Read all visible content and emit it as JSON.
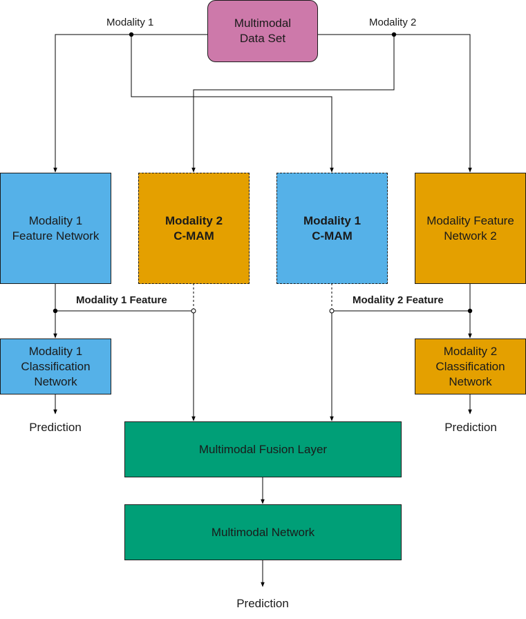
{
  "colors": {
    "dataset": "#cd79aa",
    "modality1": "#55b1e8",
    "modality2": "#e4a000",
    "fusion": "#009f77",
    "line": "#000000"
  },
  "nodes": {
    "dataset": "Multimodal\nData Set",
    "m1_feature_network": "Modality 1\nFeature Network",
    "m2_cmam": "Modality 2\nC-MAM",
    "m1_cmam": "Modality 1\nC-MAM",
    "m2_feature_network": "Modality Feature\nNetwork 2",
    "m1_classification": "Modality 1\nClassification\nNetwork",
    "m2_classification": "Modality 2\nClassification\nNetwork",
    "fusion_layer": "Multimodal Fusion Layer",
    "multimodal_network": "Multimodal Network"
  },
  "edge_labels": {
    "modality1": "Modality 1",
    "modality2": "Modality 2",
    "m1_feature": "Modality 1 Feature",
    "m2_feature": "Modality 2 Feature"
  },
  "outputs": {
    "left": "Prediction",
    "right": "Prediction",
    "bottom": "Prediction"
  }
}
